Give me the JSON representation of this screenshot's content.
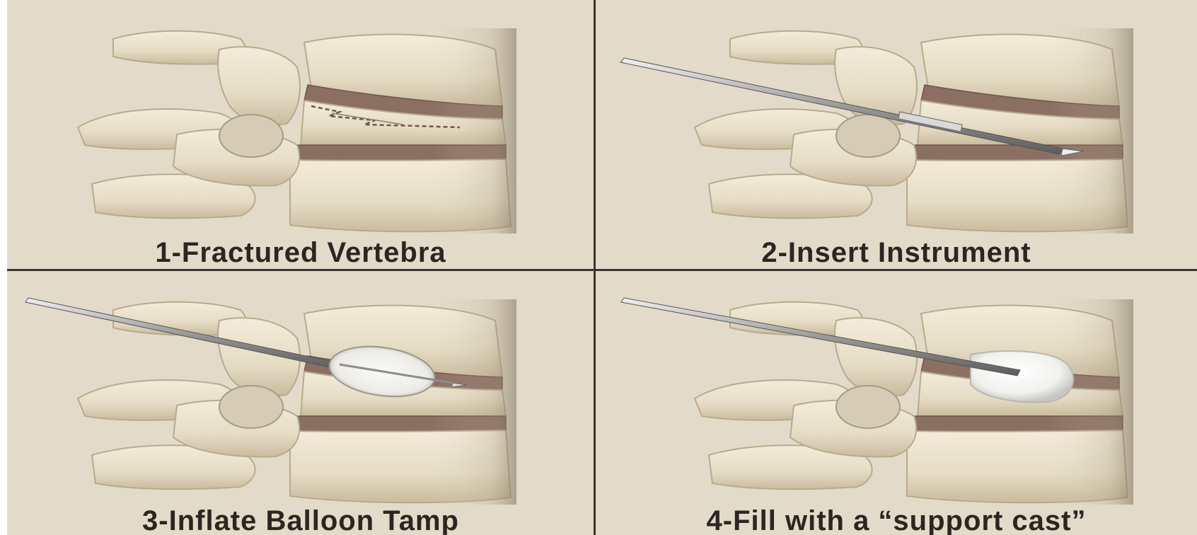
{
  "steps": [
    {
      "caption": "1-Fractured Vertebra"
    },
    {
      "caption": "2-Insert Instrument"
    },
    {
      "caption": "3-Inflate Balloon Tamp"
    },
    {
      "caption": "4-Fill with a “support cast”"
    }
  ],
  "colors": {
    "background": "#e3dbc9",
    "bone": "#ece4d0",
    "bone_shadow": "#b9ac90",
    "disc": "#8c6f63",
    "divider": "#3a3430",
    "instrument": "#c9c9c9",
    "balloon": "#f4f2ee",
    "cement": "#ffffff"
  }
}
